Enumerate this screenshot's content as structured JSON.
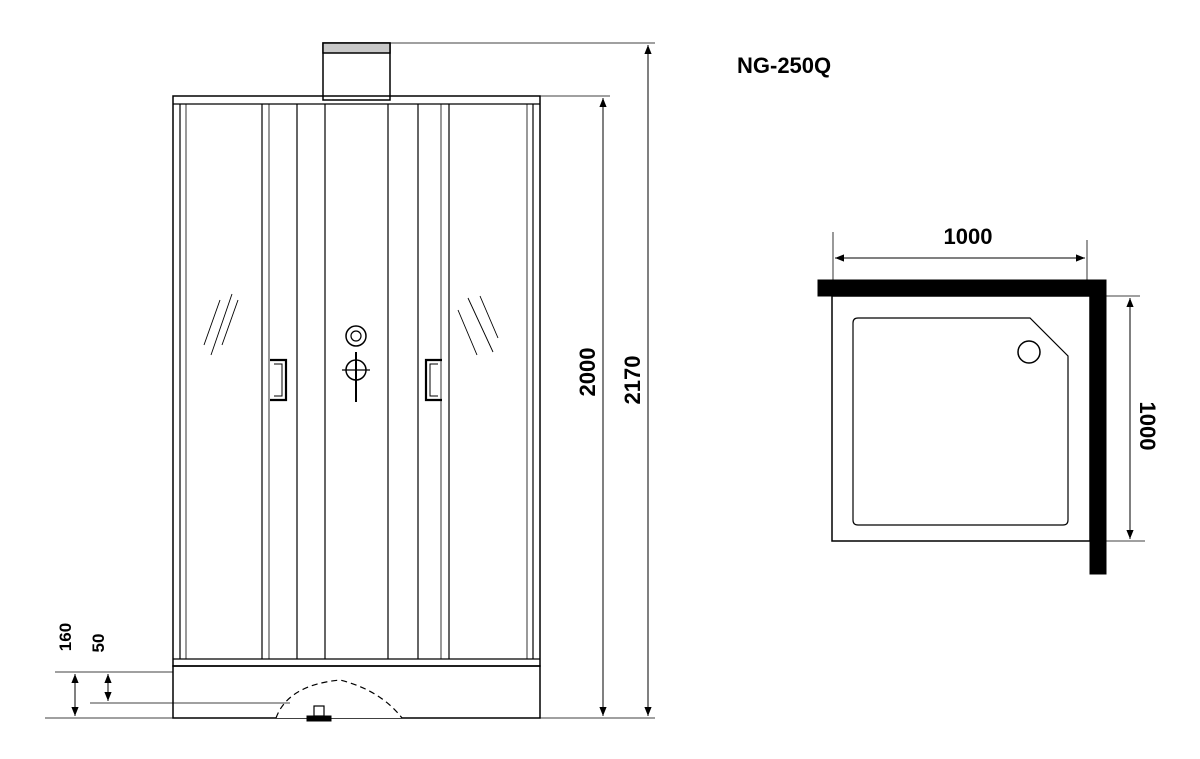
{
  "model": "NG-250Q",
  "front_view": {
    "height_total": "2170",
    "height_enclosure": "2000",
    "tray_height": "160",
    "drain_height": "50"
  },
  "top_view": {
    "width": "1000",
    "depth": "1000"
  }
}
